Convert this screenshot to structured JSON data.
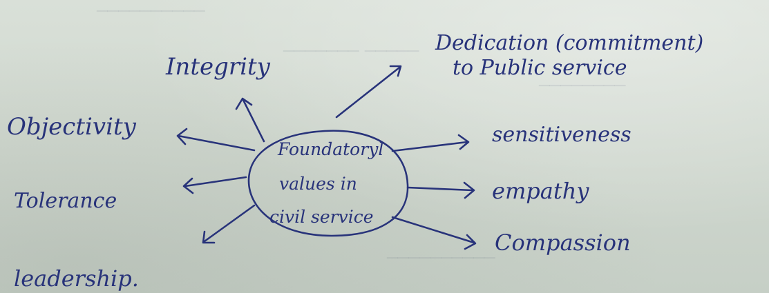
{
  "diagram": {
    "center": [
      "Foundatoryl",
      "values in",
      "civil service"
    ],
    "branches": {
      "integrity": "Integrity",
      "dedication_line1": "Dedication (commitment)",
      "dedication_line2": "to Public service",
      "objectivity": "Objectivity",
      "sensitiveness": "sensitiveness",
      "tolerance": "Tolerance",
      "empathy": "empathy",
      "compassion": "Compassion",
      "leadership": "leadership."
    },
    "ink_color": "#28337a"
  }
}
